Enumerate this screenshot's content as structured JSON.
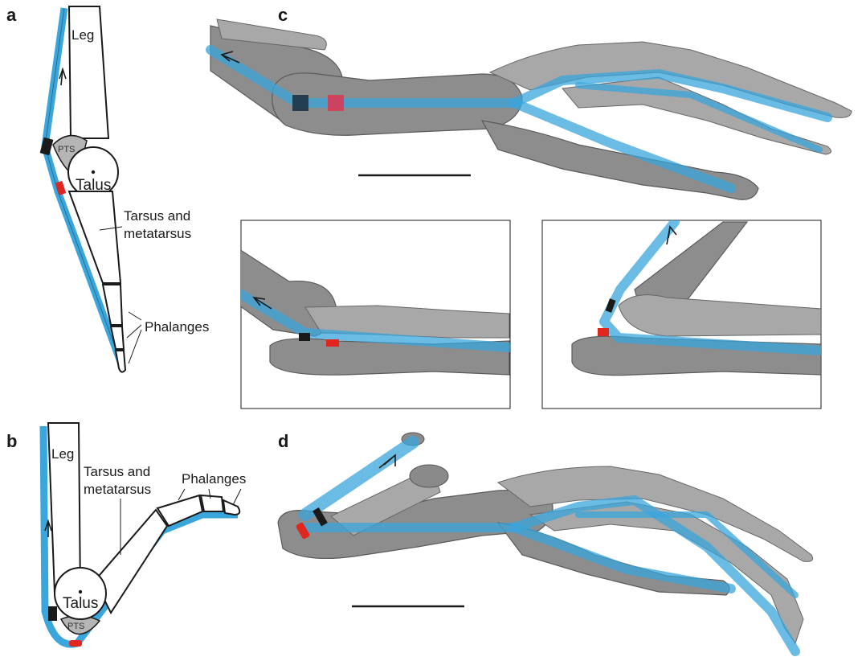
{
  "panels": {
    "a": {
      "letter": "a",
      "labels": {
        "leg": "Leg",
        "pts": "PTS",
        "talus": "Talus",
        "tarsus_line1": "Tarsus and",
        "tarsus_line2": "metatarsus",
        "phalanges": "Phalanges"
      }
    },
    "b": {
      "letter": "b",
      "labels": {
        "leg": "Leg",
        "tarsus_line1": "Tarsus and",
        "tarsus_line2": "metatarsus",
        "phalanges": "Phalanges",
        "talus": "Talus",
        "pts": "PTS"
      }
    },
    "c": {
      "letter": "c"
    },
    "d": {
      "letter": "d"
    }
  },
  "colors": {
    "tendon": "#3aa6dc",
    "tendon_sheath_black": "#1a1a1a",
    "marker_red": "#e0261f",
    "pts_gray": "#b5b5b5",
    "bone_gray": "#8d8d8d"
  }
}
